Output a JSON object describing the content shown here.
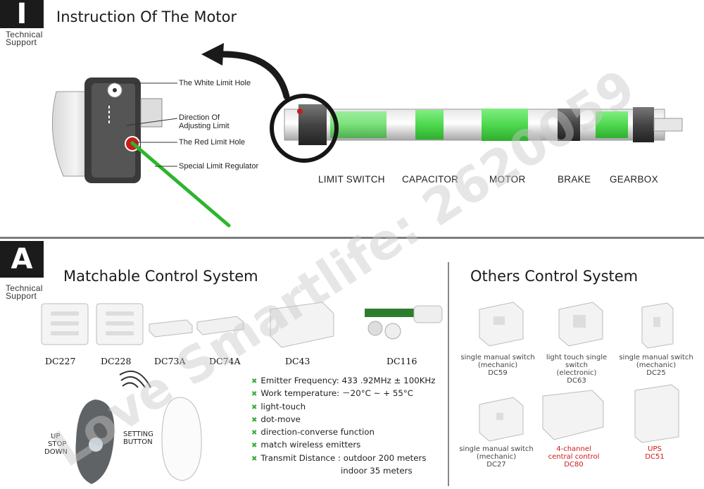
{
  "header": {
    "badge_letter": "I",
    "badge_label_1": "Technical",
    "badge_label_2": "Support",
    "title": "Instruction Of The Motor"
  },
  "motor_diagram": {
    "callouts": {
      "white_hole": "The White Limit Hole",
      "direction_1": "Direction Of",
      "direction_2": "Adjusting Limit",
      "red_hole": "The Red Limit Hole",
      "regulator": "Special Limit Regulator"
    },
    "parts": [
      "LIMIT SWITCH",
      "CAPACITOR",
      "MOTOR",
      "BRAKE",
      "GEARBOX"
    ],
    "accent": "#4fd84f"
  },
  "section_a": {
    "badge_letter": "A",
    "badge_label_1": "Technical",
    "badge_label_2": "Support",
    "title": "Matchable Control System",
    "products": [
      "DC227",
      "DC228",
      "DC73A",
      "DC74A",
      "DC43",
      "DC116"
    ],
    "remote": {
      "up": "UP",
      "stop": "STOP",
      "down": "DOWN",
      "setting_1": "SETTING",
      "setting_2": "BUTTON"
    },
    "features": [
      "Emitter Frequency: 433 .92MHz ± 100KHz",
      "Work temperature: －20°C ~ + 55°C",
      "light-touch",
      "dot-move",
      "direction-converse function",
      "match wireless emitters",
      "Transmit Distance : outdoor 200 meters"
    ],
    "feature_indoor": "indoor 35 meters"
  },
  "others": {
    "title": "Others Control System",
    "items": [
      {
        "line1": "single manual switch",
        "line2": "(mechanic)",
        "code": "DC59"
      },
      {
        "line1": "light touch single switch",
        "line2": "(electronic)",
        "code": "DC63"
      },
      {
        "line1": "single manual switch",
        "line2": "(mechanic)",
        "code": "DC25"
      },
      {
        "line1": "single manual switch",
        "line2": "(mechanic)",
        "code": "DC27"
      },
      {
        "line1": "4-channel",
        "line2": "central control",
        "code": "DC80"
      },
      {
        "line1": "UPS",
        "code": "DC51"
      }
    ]
  },
  "watermark": "Love Smartlife:  2620059"
}
